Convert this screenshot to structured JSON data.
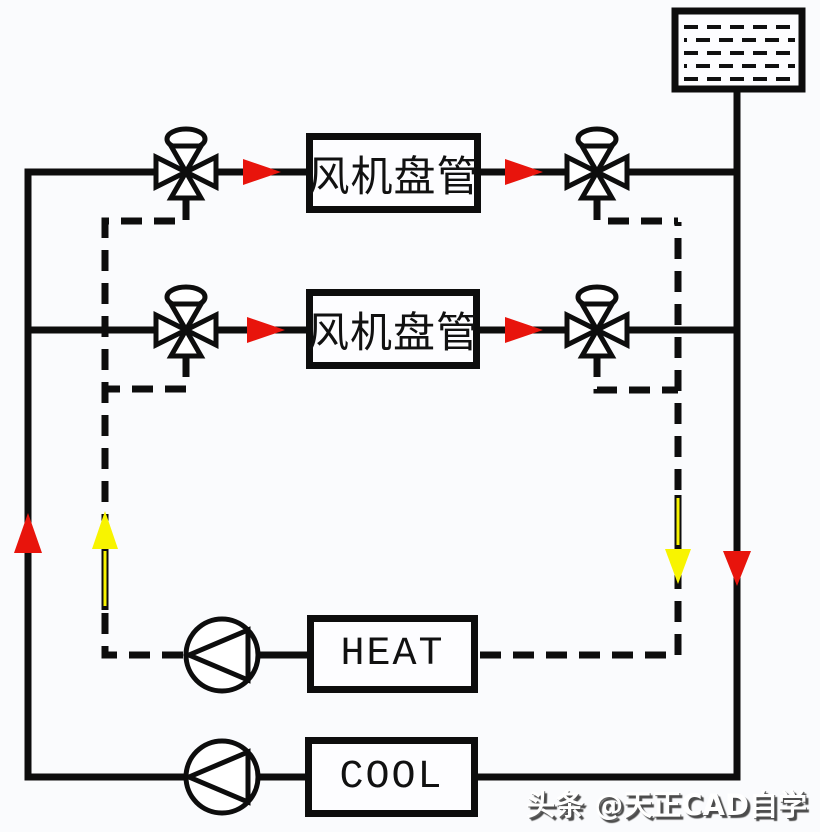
{
  "diagram": {
    "background_color": "#fafbfd",
    "line_color": "#0d0d0d",
    "colors": {
      "cool_flow_arrow": "#e8140c",
      "heat_flow_arrow": "#f8f400"
    },
    "boxes": {
      "fan_coil_1": {
        "label": "风机盘管"
      },
      "fan_coil_2": {
        "label": "风机盘管"
      },
      "heat": {
        "label": "HEAT"
      },
      "cool": {
        "label": "COOL"
      }
    },
    "watermark": {
      "text": "头条 @天正CAD自学"
    }
  }
}
